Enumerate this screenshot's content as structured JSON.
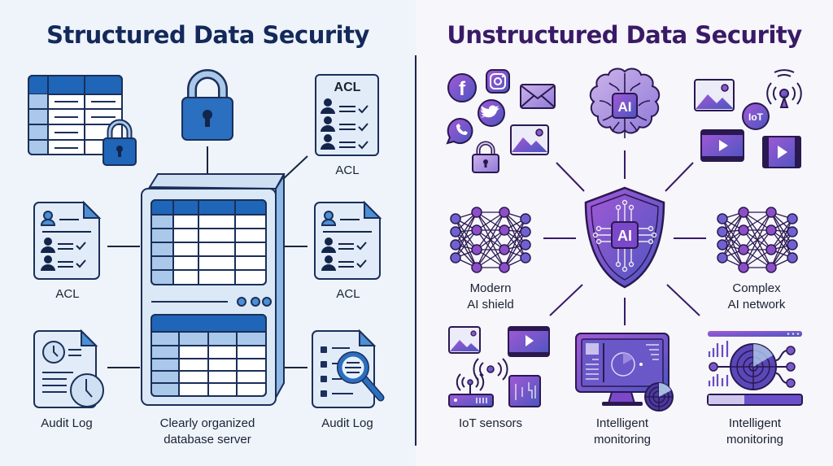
{
  "structured": {
    "title": "Structured Data Security",
    "accent": "#1f66b8",
    "server_label_line1": "Clearly organized",
    "server_label_line2": "database server",
    "acl_top_badge": "ACL",
    "acl_top_caption": "ACL",
    "acl_left_caption": "ACL",
    "acl_right_caption": "ACL",
    "audit_left_caption": "Audit Log",
    "audit_right_caption": "Audit Log"
  },
  "unstructured": {
    "title": "Unstructured Data Security",
    "accent": "#6a3fb5",
    "brain_badge": "AI",
    "shield_badge": "AI",
    "iot_badge": "IoT",
    "left_network_line1": "Modern",
    "left_network_line2": "AI shield",
    "right_network_line1": "Complex",
    "right_network_line2": "AI network",
    "iot_caption": "IoT sensors",
    "monitor_line1": "Intelligent",
    "monitor_line2": "monitoring",
    "dashboard_line1": "Intelligent",
    "dashboard_line2": "monitoring"
  }
}
